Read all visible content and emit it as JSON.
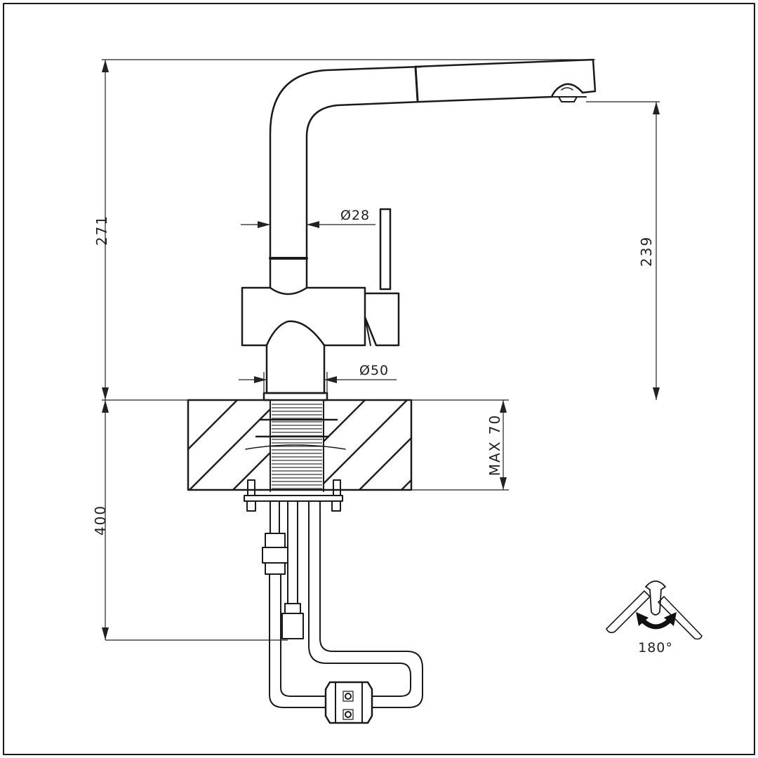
{
  "dimensions": {
    "total_height": "271",
    "spout_height": "239",
    "pipe_diameter": "Ø28",
    "base_diameter": "Ø50",
    "max_counter_thickness": "MAX 70",
    "hose_length": "400"
  },
  "rotation": {
    "label": "180°"
  },
  "icons": [
    "tap-spout",
    "lever-handle",
    "counter-section",
    "flexible-hose",
    "rotation-icon"
  ]
}
